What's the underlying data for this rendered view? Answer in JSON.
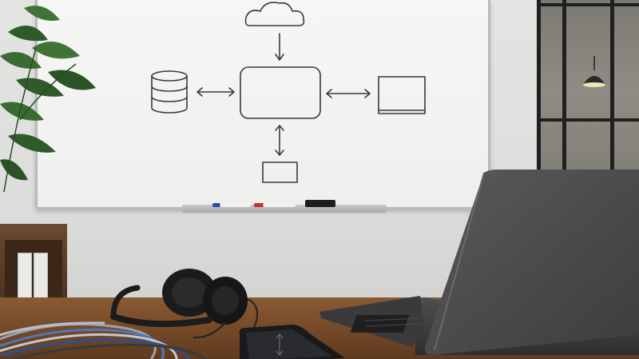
{
  "scene": {
    "description_label": "",
    "colors": {
      "wall": "#e1e1df",
      "whiteboard": "#f3f3f2",
      "desk": "#7a4d2b",
      "laptop": "#4a4a4c",
      "plant": "#2f5a2a"
    },
    "objects": [
      "whiteboard-diagram",
      "plant-icon",
      "laptop-icon",
      "headphones-icon",
      "smartphone-icon",
      "network-cables",
      "glass-partition",
      "bookshelf"
    ]
  }
}
